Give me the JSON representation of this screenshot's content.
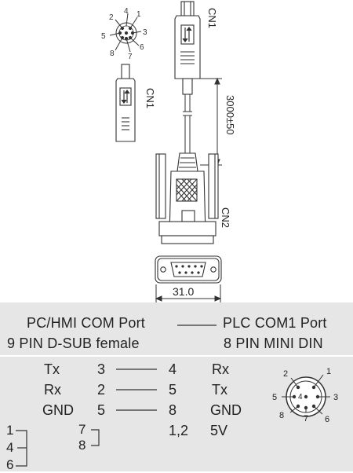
{
  "drawing": {
    "pin_labels_top": [
      "1",
      "2",
      "3",
      "4",
      "5",
      "6",
      "7",
      "8"
    ],
    "cn1_label_top": "CN1",
    "cn1_label_side": "CN1",
    "cn2_label": "CN2",
    "length_dim": "3000±50",
    "width_dim": "31.0"
  },
  "table": {
    "left_title": "PC/HMI COM Port",
    "left_subtitle": "9 PIN D-SUB female",
    "right_title": "PLC COM1 Port",
    "right_subtitle": "8 PIN MINI DIN",
    "rows": [
      {
        "signal_left": "Tx",
        "pin_left": "3",
        "pin_right": "4",
        "signal_right": "Rx"
      },
      {
        "signal_left": "Rx",
        "pin_left": "2",
        "pin_right": "5",
        "signal_right": "Tx"
      },
      {
        "signal_left": "GND",
        "pin_left": "5",
        "pin_right": "8",
        "signal_right": "GND"
      }
    ],
    "extra": {
      "pins": "1,2",
      "label": "5V"
    },
    "jumpers": {
      "left_pins": [
        "1",
        "4",
        "6"
      ],
      "right_pins": [
        "7",
        "8"
      ]
    },
    "din_pins": [
      "1",
      "2",
      "3",
      "4",
      "5",
      "6",
      "7",
      "8"
    ]
  }
}
